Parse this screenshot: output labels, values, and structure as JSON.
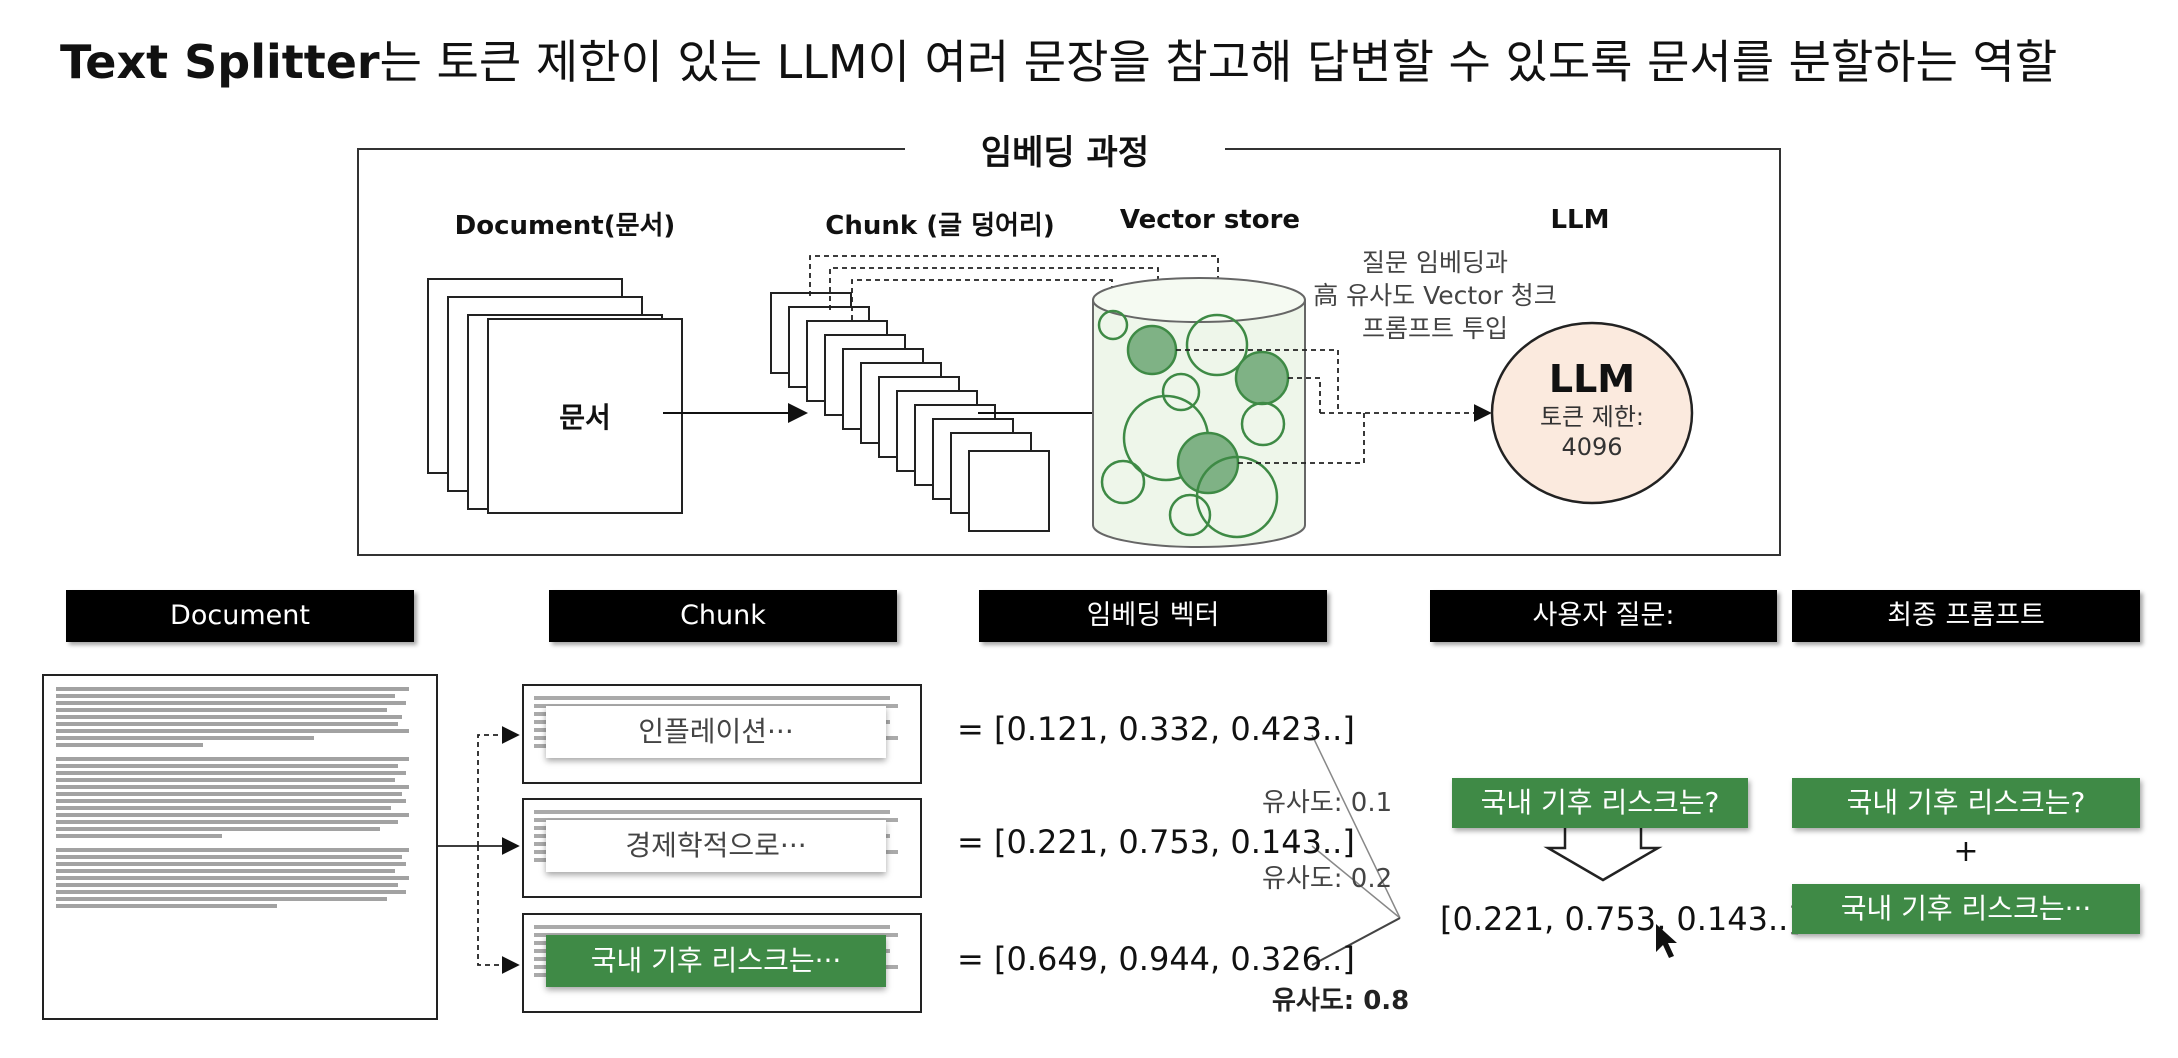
{
  "header": {
    "title_bold": "Text Splitter",
    "title_rest": "는 토큰 제한이 있는 LLM이 여러 문장을 참고해 답변할 수 있도록 문서를 분할하는 역할"
  },
  "diagram": {
    "frame_title": "임베딩 과정",
    "col_document": "Document(문서)",
    "col_chunk": "Chunk (글 덩어리)",
    "col_vector_store": "Vector store",
    "col_llm": "LLM",
    "doc_label": "문서",
    "annotation": [
      "질문 임베딩과",
      "高 유사도 Vector 청크",
      "프롬프트 투입"
    ],
    "llm_title": "LLM",
    "llm_line1": "토큰 제한:",
    "llm_line2": "4096",
    "colors": {
      "green_fill": "#7fb285",
      "green_stroke": "#3e8a45",
      "cylinder_fill": "#eef6ea",
      "llm_fill": "#fbeade"
    }
  },
  "panes": {
    "document": "Document",
    "chunk": "Chunk",
    "embedding": "임베딩 벡터",
    "question": "사용자 질문:",
    "final": "최종 프롬프트"
  },
  "chunks": [
    {
      "label": "인플레이션···",
      "vector": "= [0.121, 0.332, 0.423..]",
      "similarity": "유사도: 0.1",
      "highlight": false
    },
    {
      "label": "경제학적으로···",
      "vector": "= [0.221, 0.753, 0.143..]",
      "similarity": "유사도: 0.2",
      "highlight": false
    },
    {
      "label": "국내 기후 리스크는···",
      "vector": "= [0.649, 0.944, 0.326..]",
      "similarity": "유사도: 0.8",
      "highlight": true
    }
  ],
  "question": {
    "text": "국내 기후 리스크는?",
    "vector": "[0.221, 0.753, 0.143..]"
  },
  "final_prompt": {
    "question": "국내 기후 리스크는?",
    "plus": "+",
    "chunk": "국내 기후 리스크는···"
  }
}
